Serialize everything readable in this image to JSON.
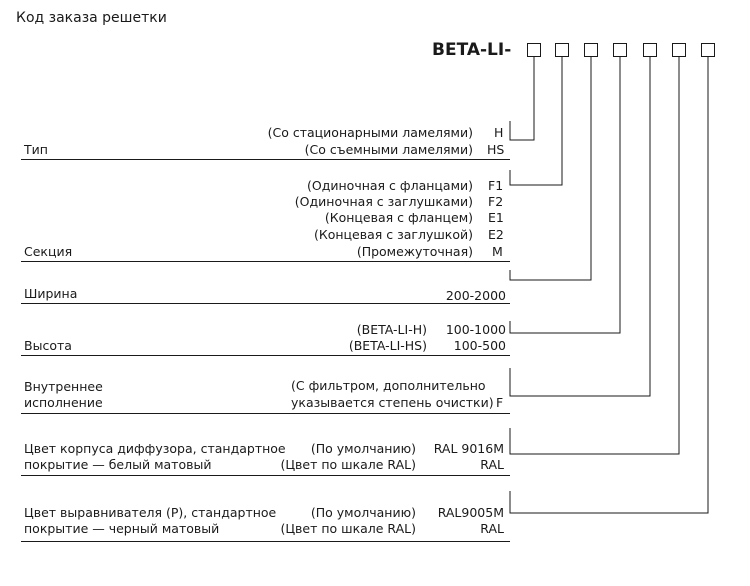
{
  "title": "Код заказа решетки",
  "model_code": "BETA-LI-",
  "code_slots": 7,
  "sections": [
    {
      "label": [
        "Тип"
      ],
      "rows": [
        {
          "desc": "(Со стационарными ламелями)",
          "code": "H"
        },
        {
          "desc": "(Со съемными ламелями)",
          "code": "HS"
        }
      ]
    },
    {
      "label": [
        "Секция"
      ],
      "rows": [
        {
          "desc": "(Одиночная с фланцами)",
          "code": "F1"
        },
        {
          "desc": "(Одиночная с заглушками)",
          "code": "F2"
        },
        {
          "desc": "(Концевая с фланцем)",
          "code": "E1"
        },
        {
          "desc": "(Концевая с заглушкой)",
          "code": "E2"
        },
        {
          "desc": "(Промежуточная)",
          "code": "M"
        }
      ]
    },
    {
      "label": [
        "Ширина"
      ],
      "rows": [
        {
          "desc": "",
          "code": "200-2000"
        }
      ]
    },
    {
      "label": [
        "Высота"
      ],
      "rows": [
        {
          "desc": "(BETA-LI-H)",
          "code": "100-1000"
        },
        {
          "desc": "(BETA-LI-HS)",
          "code": "100-500"
        }
      ]
    },
    {
      "label": [
        "Внутреннее",
        "исполнение"
      ],
      "rows": [
        {
          "desc": "(С фильтром, дополнительно",
          "code": ""
        },
        {
          "desc": "указывается степень очистки)",
          "code": "F"
        }
      ]
    },
    {
      "label": [
        "Цвет корпуса диффузора, стандартное",
        "покрытие — белый матовый"
      ],
      "rows": [
        {
          "desc": "(По умолчанию)",
          "code": "RAL 9016M"
        },
        {
          "desc": "(Цвет по шкале RAL)",
          "code": "RAL"
        }
      ]
    },
    {
      "label": [
        "Цвет выравнивателя (P), стандартное",
        "покрытие — черный матовый"
      ],
      "rows": [
        {
          "desc": "(По умолчанию)",
          "code": "RAL9005M"
        },
        {
          "desc": "(Цвет по шкале RAL)",
          "code": "RAL"
        }
      ]
    }
  ]
}
